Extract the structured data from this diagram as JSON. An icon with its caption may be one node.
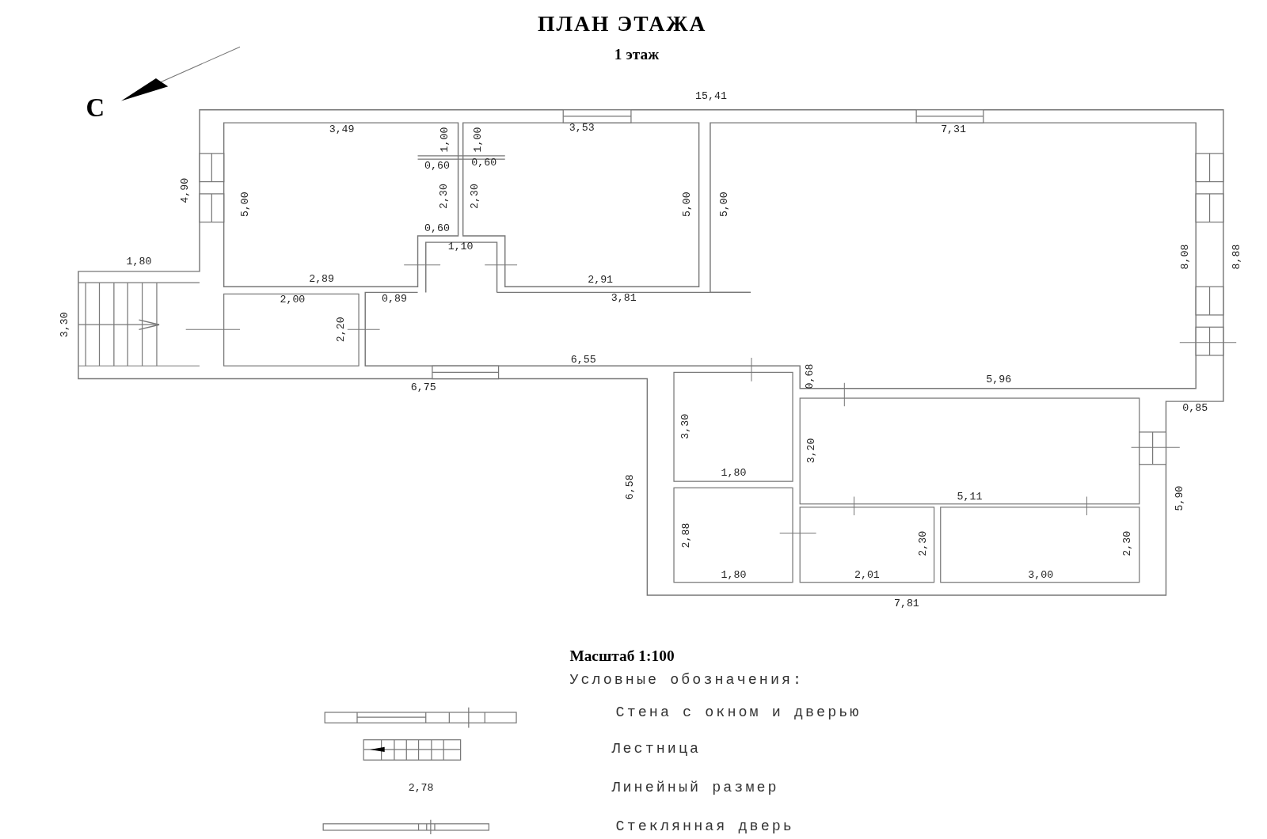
{
  "diagram": {
    "title": "ПЛАН ЭТАЖА",
    "labels": [
      "1 этаж",
      "С",
      "15,41",
      "3,49",
      "1,00",
      "1,00",
      "3,53",
      "7,31",
      "0,60",
      "0,60",
      "4,90",
      "5,00",
      "2,30",
      "2,30",
      "5,00",
      "5,00",
      "0,60",
      "1,10",
      "8,08",
      "8,88",
      "1,80",
      "2,89",
      "2,91",
      "2,00",
      "0,89",
      "3,81",
      "3,30",
      "2,20",
      "6,55",
      "0,68",
      "5,96",
      "6,75",
      "0,85",
      "3,30",
      "3,20",
      "1,80",
      "6,58",
      "5,11",
      "5,90",
      "2,88",
      "2,30",
      "2,30",
      "1,80",
      "2,01",
      "3,00",
      "7,81",
      "Масштаб 1:100",
      "Условные обозначения:",
      "2,78"
    ],
    "legend": [
      {
        "text": "Стена с окном и дверью"
      },
      {
        "text": "Лестница"
      },
      {
        "text": "Линейный размер"
      },
      {
        "text": "Стеклянная дверь"
      }
    ]
  }
}
